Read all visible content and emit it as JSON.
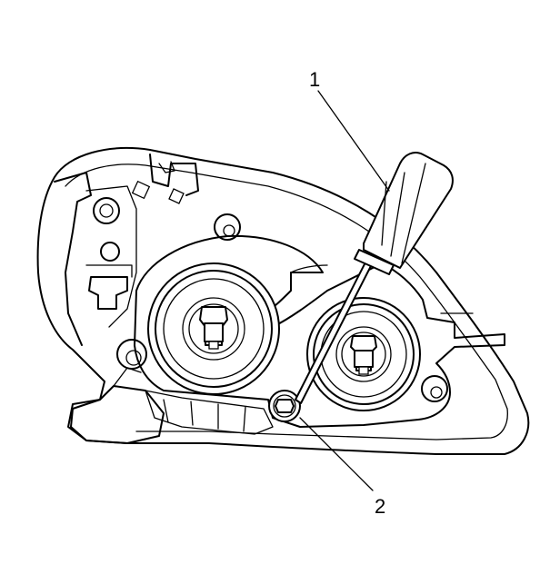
{
  "callouts": [
    {
      "id": "1",
      "label": "1"
    },
    {
      "id": "2",
      "label": "2"
    }
  ],
  "colors": {
    "line": "#000000",
    "background": "#ffffff"
  },
  "icons": [
    "headlamp-assembly",
    "screwdriver-icon",
    "adjuster-screw-icon",
    "bulb-socket-icon"
  ]
}
